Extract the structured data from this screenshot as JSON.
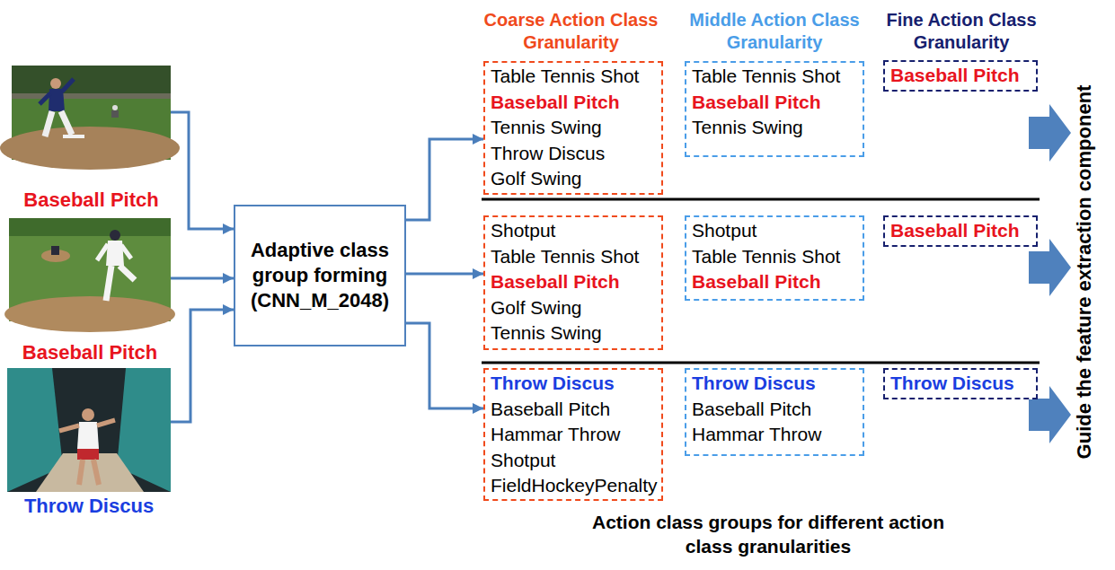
{
  "diagram": {
    "nodes": [
      {
        "text": [
          "Baseball Pitch"
        ]
      },
      {
        "text": [
          "Baseball Pitch"
        ]
      },
      {
        "text": [
          "Throw Discus"
        ]
      },
      {
        "text": [
          "Adaptive class group forming (CNN_M_2048)"
        ]
      },
      {
        "text": [
          "Table Tennis Shot",
          "Baseball Pitch",
          "Tennis Swing",
          "Throw Discus",
          "Golf Swing"
        ]
      },
      {
        "text": [
          "Table Tennis Shot",
          "Baseball Pitch",
          "Tennis Swing"
        ]
      },
      {
        "text": [
          "Baseball Pitch"
        ]
      },
      {
        "text": [
          "Shotput",
          "Table Tennis Shot",
          "Baseball Pitch",
          "Golf Swing",
          "Tennis Swing"
        ]
      },
      {
        "text": [
          "Shotput",
          "Table Tennis Shot",
          "Baseball Pitch"
        ]
      },
      {
        "text": [
          "Baseball Pitch"
        ]
      },
      {
        "text": [
          "Throw Discus",
          "Baseball Pitch",
          "Hammar Throw",
          "Shotput",
          "FieldHockeyPenalty"
        ]
      },
      {
        "text": [
          "Throw Discus",
          "Baseball Pitch",
          "Hammar Throw"
        ]
      },
      {
        "text": [
          "Throw Discus"
        ]
      }
    ],
    "edges": [
      {
        "from": 0,
        "to": 3,
        "arrow": "to"
      },
      {
        "from": 1,
        "to": 3,
        "arrow": "to"
      },
      {
        "from": 2,
        "to": 3,
        "arrow": "to"
      },
      {
        "from": 3,
        "to": 4,
        "arrow": "to"
      },
      {
        "from": 3,
        "to": 7,
        "arrow": "to"
      },
      {
        "from": 3,
        "to": 10,
        "arrow": "to"
      }
    ],
    "labels": [
      "Coarse Action Class Granularity",
      "Middle Action Class Granularity",
      "Fine Action Class Granularity",
      "Guide the feature extraction component",
      "Action class groups for different action class granularities"
    ]
  }
}
